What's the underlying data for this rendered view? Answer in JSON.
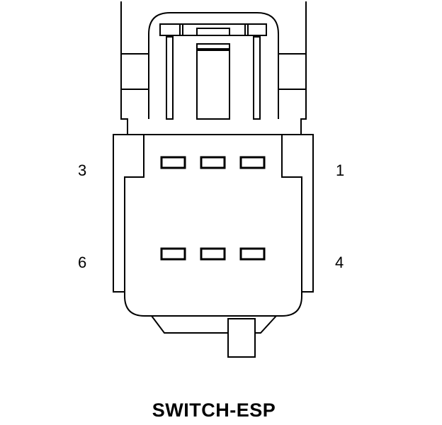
{
  "connector": {
    "name": "SWITCH-ESP",
    "pins": [
      {
        "number": "3"
      },
      {
        "number": "1"
      },
      {
        "number": "6"
      },
      {
        "number": "4"
      }
    ]
  },
  "colors": {
    "stroke": "#000000",
    "background": "#ffffff"
  }
}
